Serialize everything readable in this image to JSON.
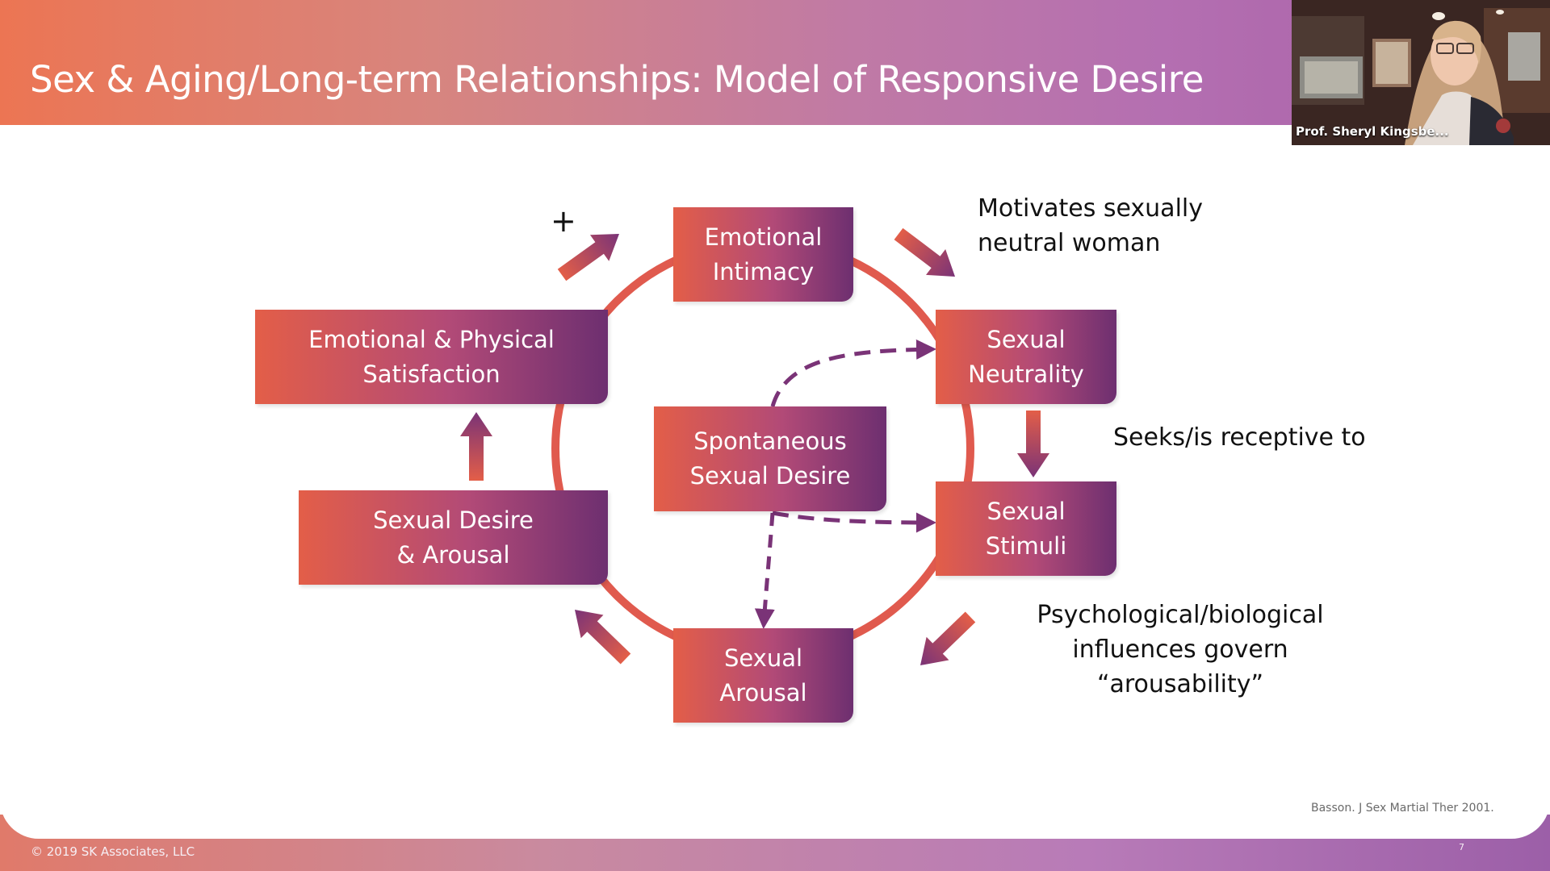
{
  "slide": {
    "title": "Sex & Aging/Long-term Relationships: Model of Responsive Desire",
    "citation": "Basson. J Sex Martial Ther 2001.",
    "copyright": "© 2019 SK Associates, LLC",
    "page_number": "7"
  },
  "video": {
    "speaker_name": "Prof. Sheryl Kingsbe..."
  },
  "diagram": {
    "nodes": {
      "emotional_intimacy": [
        "Emotional",
        "Intimacy"
      ],
      "sexual_neutrality": [
        "Sexual",
        "Neutrality"
      ],
      "sexual_stimuli": [
        "Sexual",
        "Stimuli"
      ],
      "sexual_arousal": [
        "Sexual",
        "Arousal"
      ],
      "desire_arousal": [
        "Sexual Desire",
        "& Arousal"
      ],
      "satisfaction": [
        "Emotional & Physical",
        "Satisfaction"
      ],
      "spontaneous": [
        "Spontaneous",
        "Sexual Desire"
      ]
    },
    "plus_sign": "+",
    "notes": {
      "motivates": [
        "Motivates sexually",
        "neutral woman"
      ],
      "seeks": "Seeks/is receptive to",
      "psych": [
        "Psychological/biological",
        "influences govern",
        "“arousability”"
      ]
    },
    "colors": {
      "ring": "#e05a4e",
      "arrow_dark": "#7a3377",
      "arrow_light": "#e35e48",
      "dashed": "#7a3377"
    }
  }
}
